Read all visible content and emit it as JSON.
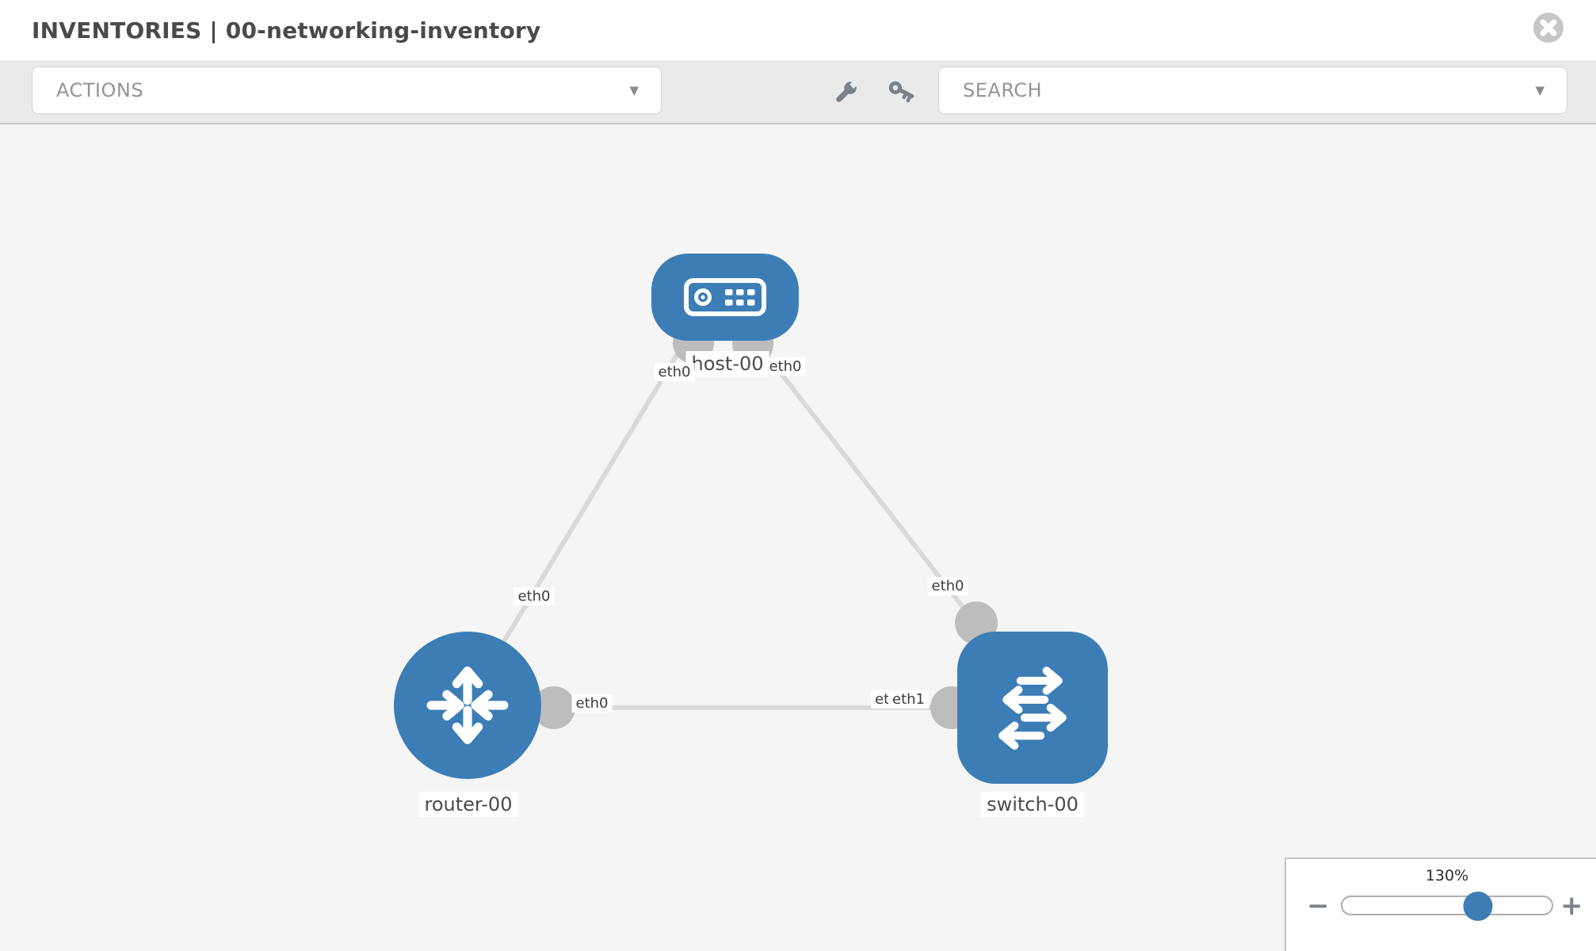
{
  "header": {
    "title": "INVENTORIES | 00-networking-inventory"
  },
  "toolbar": {
    "actions_dropdown": {
      "label": "ACTIONS",
      "caret": "▼"
    },
    "search_dropdown": {
      "label": "SEARCH",
      "caret": "▼"
    }
  },
  "diagram": {
    "nodes": [
      {
        "id": "host-00",
        "label": "host-00",
        "type": "host"
      },
      {
        "id": "router-00",
        "label": "router-00",
        "type": "router"
      },
      {
        "id": "switch-00",
        "label": "switch-00",
        "type": "switch"
      }
    ],
    "links": [
      {
        "source": "host-00",
        "target": "router-00",
        "source_interface": "eth0",
        "target_interface": "eth0"
      },
      {
        "source": "host-00",
        "target": "switch-00",
        "source_interface": "eth0",
        "target_interface": "eth0"
      },
      {
        "source": "router-00",
        "target": "switch-00",
        "source_interface": "eth0",
        "target_interface": "eth1",
        "target_interface_overlapped": "eth0"
      }
    ]
  },
  "zoom_control": {
    "level_label": "130%",
    "minus_label": "−",
    "plus_label": "+",
    "value_percent": 65
  },
  "colors": {
    "node_fill": "#3c7db6",
    "link_stroke": "#d9d9d9",
    "port_fill": "#bdbdbd",
    "toolbar_bg": "#eaeaea",
    "canvas_bg": "#f5f5f5"
  }
}
